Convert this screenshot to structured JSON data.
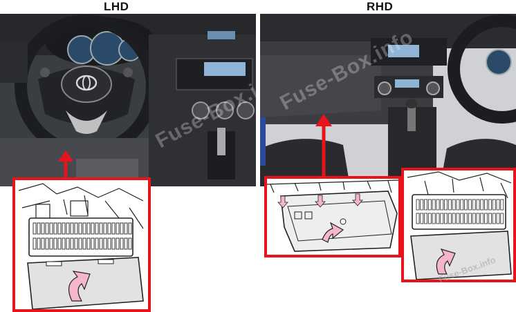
{
  "labels": {
    "lhd": "LHD",
    "rhd": "RHD"
  },
  "watermark": "Fuse-Box.info",
  "colors": {
    "highlight_border": "#e8141c",
    "arrow": "#e8141c",
    "lift_arrow": "#f4b6c8"
  }
}
